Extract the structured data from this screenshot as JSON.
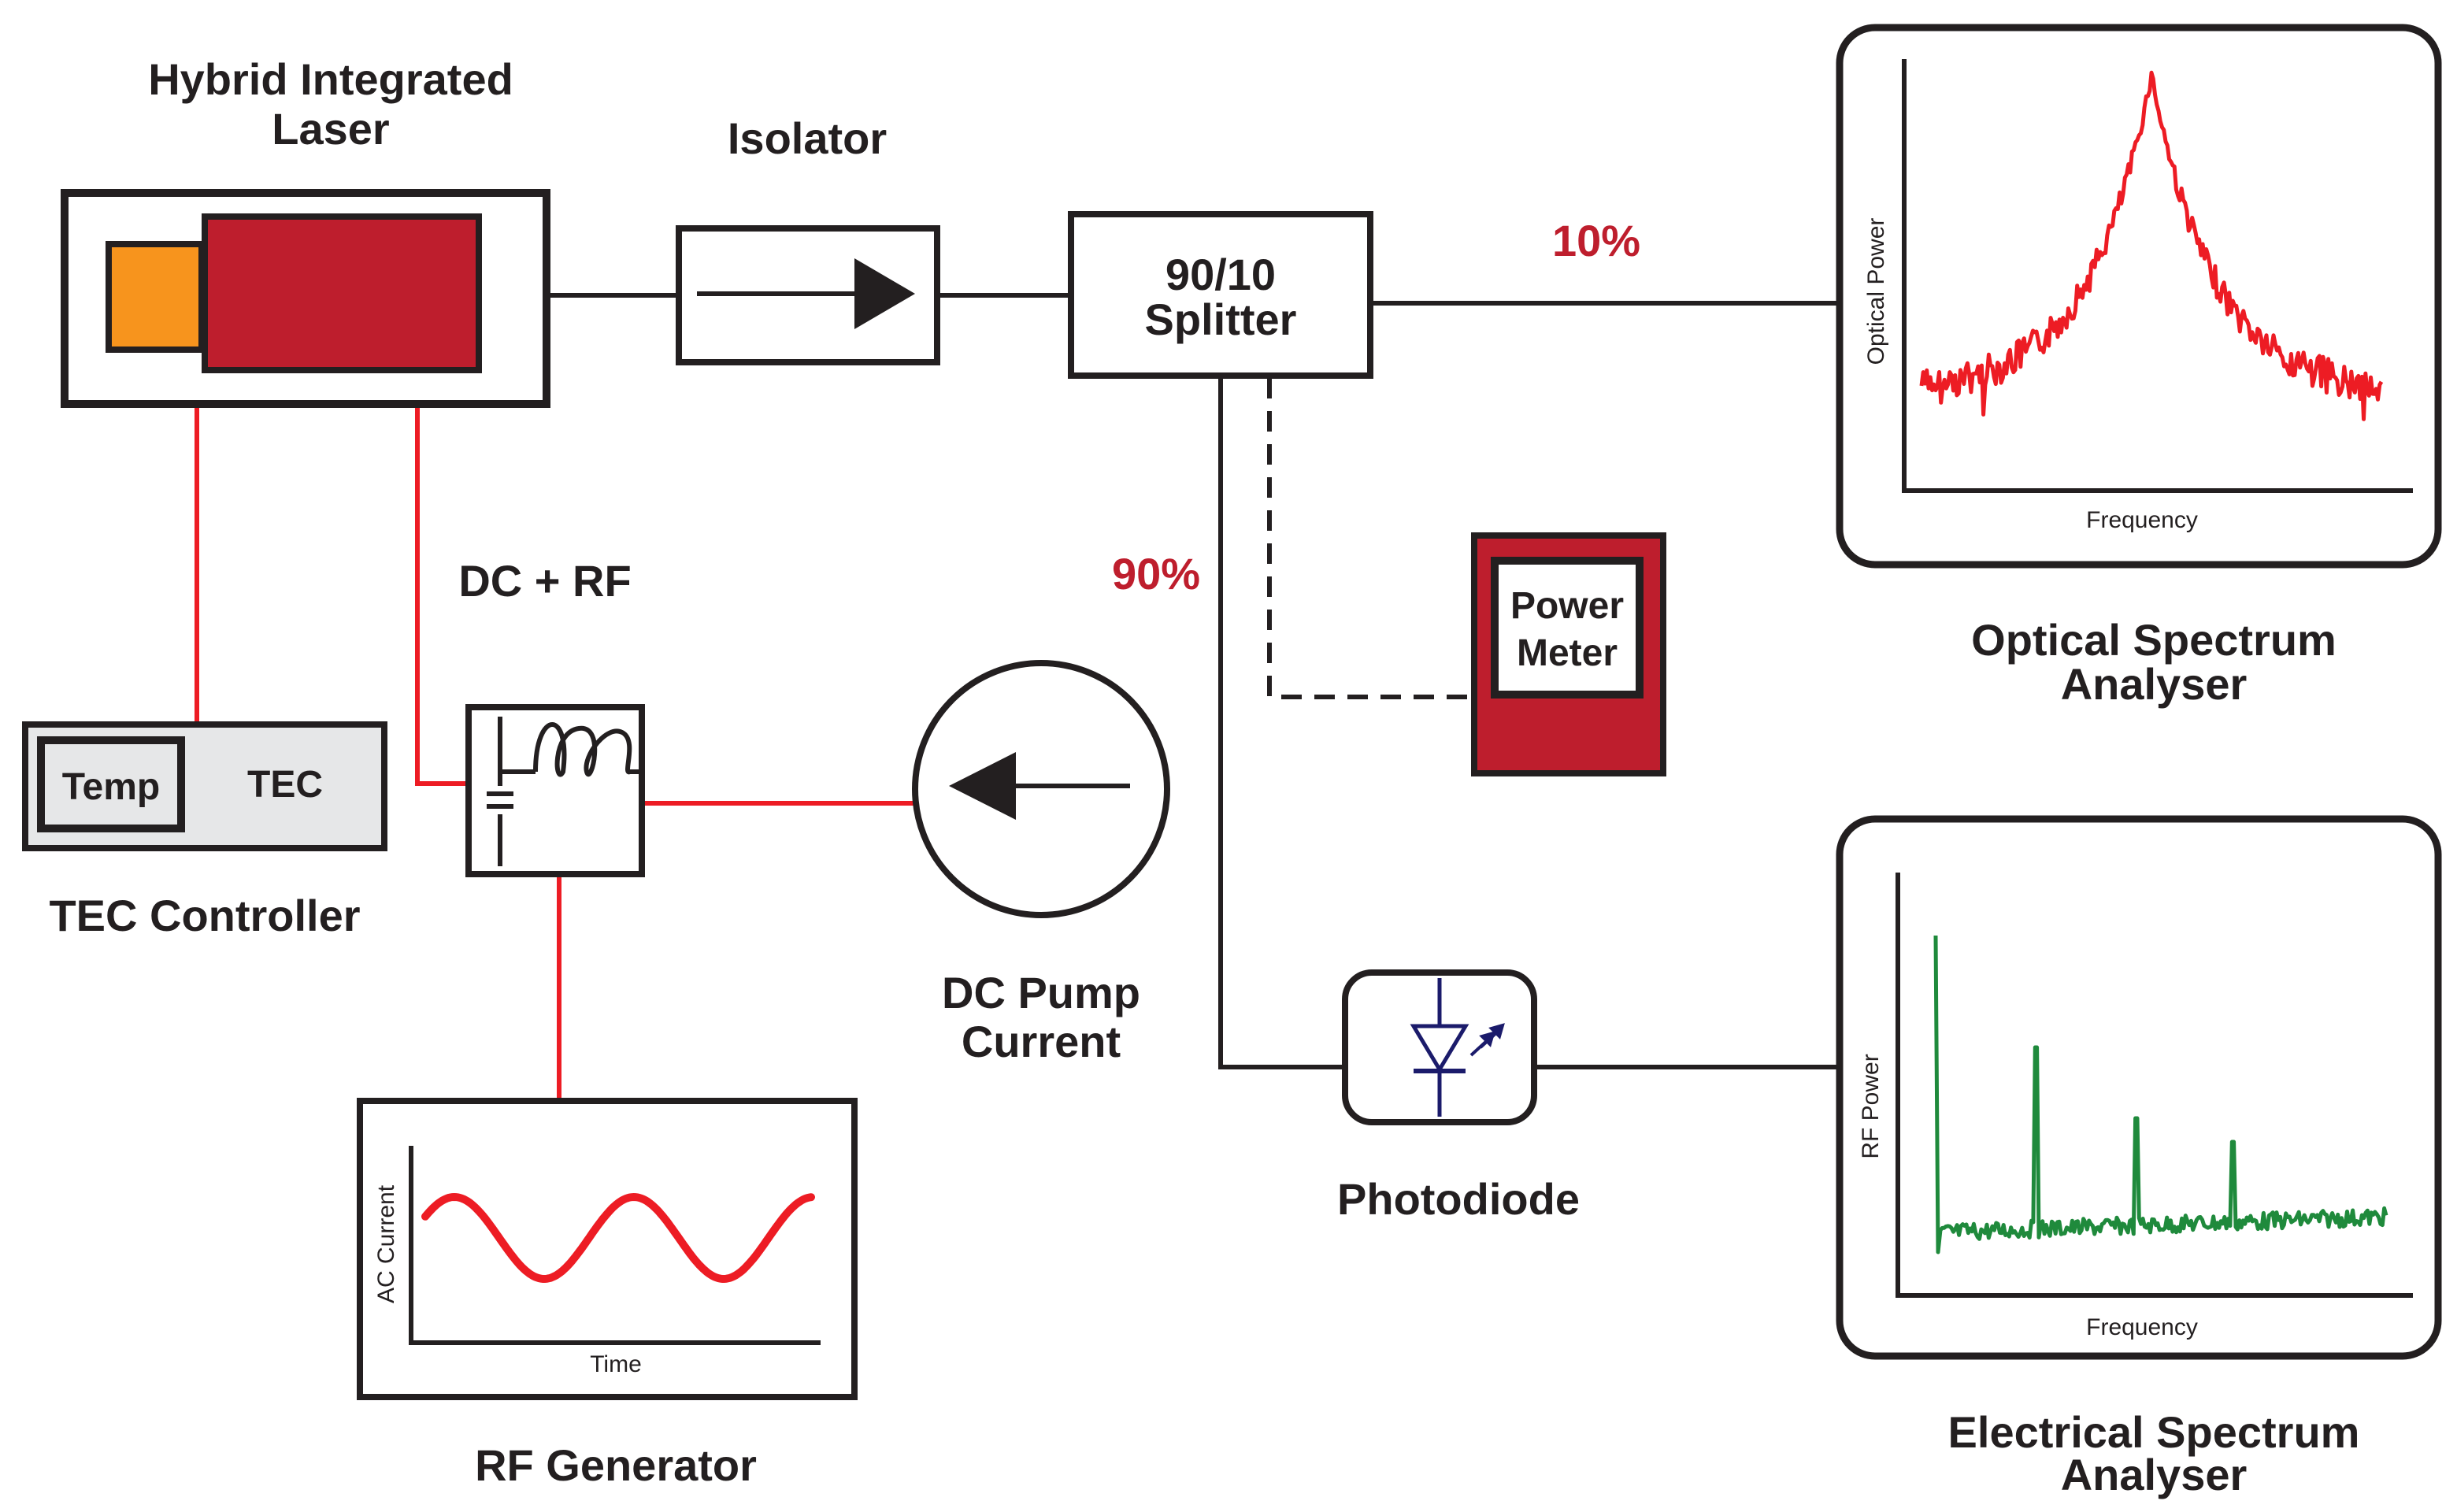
{
  "labels": {
    "laser_title_line1": "Hybrid Integrated",
    "laser_title_line2": "Laser",
    "isolator": "Isolator",
    "splitter_line1": "90/10",
    "splitter_line2": "Splitter",
    "pct_10": "10%",
    "pct_90": "90%",
    "dc_rf": "DC + RF",
    "tec_temp": "Temp",
    "tec_tec": "TEC",
    "tec_controller": "TEC Controller",
    "power_meter_line1": "Power",
    "power_meter_line2": "Meter",
    "dc_pump_line1": "DC Pump",
    "dc_pump_line2": "Current",
    "photodiode": "Photodiode",
    "rf_generator": "RF Generator",
    "osa_line1": "Optical Spectrum",
    "osa_line2": "Analyser",
    "esa_line1": "Electrical Spectrum",
    "esa_line2": "Analyser"
  },
  "plots": {
    "osa": {
      "ylabel": "Optical Power",
      "xlabel": "Frequency"
    },
    "esa": {
      "ylabel": "RF Power",
      "xlabel": "Frequency"
    },
    "rf_gen": {
      "ylabel": "AC Current",
      "xlabel": "Time"
    }
  },
  "colors": {
    "ink": "#231f20",
    "laser_red": "#be1e2d",
    "laser_orange": "#f7941d",
    "wire_red": "#ed1c24",
    "spectrum_red": "#ed1c24",
    "spectrum_green": "#1f8a3c",
    "photodiode_blue": "#1b1b6b",
    "tec_fill": "#e6e7e8"
  }
}
